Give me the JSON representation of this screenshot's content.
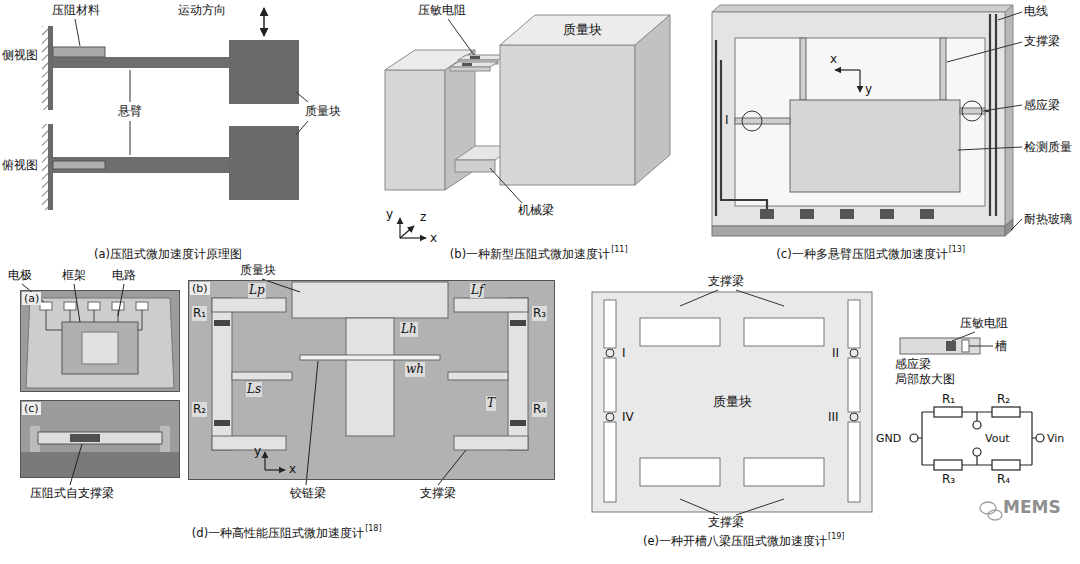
{
  "diagram": {
    "nodes": [
      {
        "text": [
          "质量块"
        ]
      },
      {
        "text": [
          "(a)"
        ]
      },
      {
        "text": [
          "(b)"
        ]
      },
      {
        "text": [
          "(c)"
        ]
      },
      {
        "text": [
          "质量块"
        ]
      }
    ],
    "labels": [
      "压阻材料",
      "运动方向",
      "侧视图",
      "悬臂",
      "俯视图",
      "质量块",
      "(a)压阻式微加速度计原理图",
      "压敏电阻",
      "机械梁",
      "y",
      "z",
      "x",
      "(b)一种新型压阻式微加速度计",
      "[11]",
      "电线",
      "支撑梁",
      "x",
      "I",
      "y",
      "感应梁",
      "检测质量",
      "耐热玻璃",
      "(c)一种多悬臂压阻式微加速度计",
      "[13]",
      "电极",
      "框架",
      "电路",
      "质量块",
      "Lp",
      "Lf",
      "R₁",
      "R₃",
      "Lh",
      "wh",
      "Ls",
      "T",
      "R₂",
      "R₄",
      "y",
      "x",
      "压阻式自支撑梁",
      "铰链梁",
      "支撑梁",
      "(d)一种高性能压阻式微加速度计",
      "[18]",
      "支撑梁",
      "压敏电阻",
      "槽",
      "I",
      "II",
      "感应梁 局部放大图",
      "R₁",
      "R₂",
      "IV",
      "III",
      "GND",
      "Vout",
      "Vin",
      "R₃",
      "R₄",
      "支撑梁",
      "MEMS",
      "(e)一种开槽八梁压阻式微加速度计",
      "[19]"
    ]
  }
}
